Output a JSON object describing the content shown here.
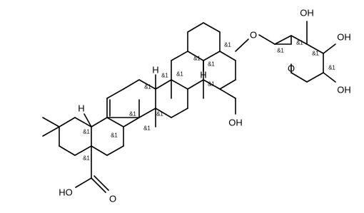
{
  "molecule": {
    "atom_labels": {
      "ring_oxygen": "O",
      "ether_oxygen": "O",
      "sugar_oh_1": "OH",
      "sugar_oh_2": "OH",
      "sugar_oh_3": "OH",
      "hydroxymethyl_oh": "OH",
      "acid_oh": "HO",
      "acid_carbonyl_o": "O",
      "hydrogen_1": "H",
      "hydrogen_2": "H",
      "hydrogen_3": "H"
    },
    "stereo_label": "&1",
    "stereo_count": 17
  }
}
